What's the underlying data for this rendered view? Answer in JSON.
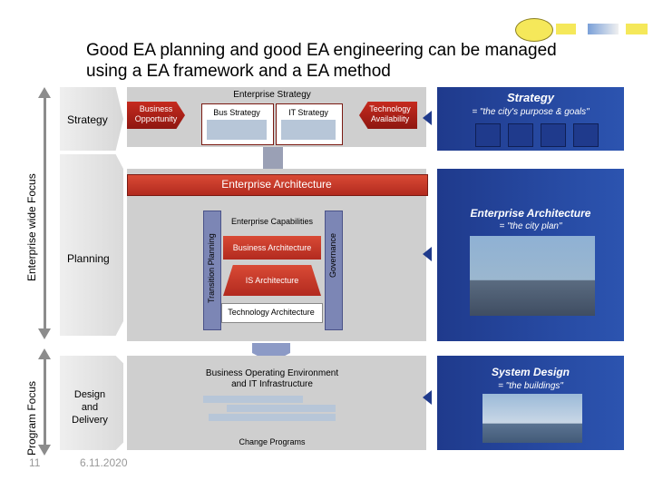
{
  "title": "Good EA planning and good EA engineering can be managed using a EA framework and a EA method",
  "left": {
    "enterprise_focus": "Enterprise wide Focus",
    "program_focus": "Program  Focus",
    "page_number": "11",
    "date": "6.11.2020"
  },
  "phases": {
    "strategy": "Strategy",
    "planning": "Planning",
    "design": "Design\nand\nDelivery"
  },
  "enterprise_strategy": {
    "header": "Enterprise Strategy",
    "business_opportunity": "Business\nOpportunity",
    "bus_strategy": "Bus Strategy",
    "it_strategy": "IT Strategy",
    "technology_availability": "Technology\nAvailability"
  },
  "enterprise_architecture": {
    "header": "Enterprise Architecture",
    "transition_planning": "Transition Planning",
    "governance": "Governance",
    "capabilities": "Enterprise Capabilities",
    "business_arch": "Business Architecture",
    "is_arch": "IS Architecture",
    "tech_arch": "Technology Architecture"
  },
  "operating_env": {
    "header": "Business Operating Environment\nand IT Infrastructure",
    "change_programs": "Change Programs"
  },
  "right": {
    "strategy_title": "Strategy",
    "strategy_sub": "= \"the city's purpose & goals\"",
    "ea_title": "Enterprise Architecture",
    "ea_sub": "= \"the city plan\"",
    "sd_title": "System Design",
    "sd_sub": "= \"the buildings\""
  },
  "colors": {
    "accent_blue": "#1f3a8c",
    "red": "#c62b1f",
    "grey": "#cfcfcf"
  }
}
